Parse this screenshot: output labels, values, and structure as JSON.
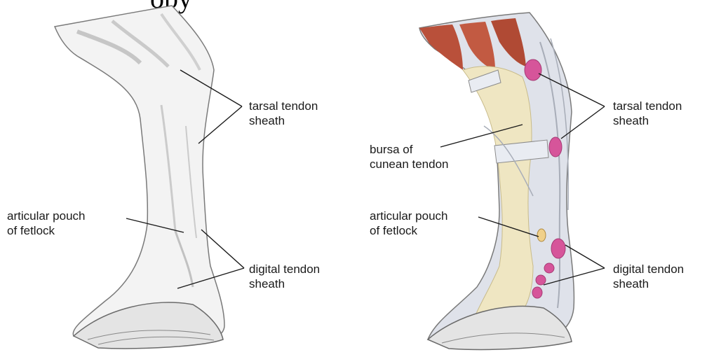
{
  "header": {
    "partial_text": "opy"
  },
  "left_leg": {
    "labels": {
      "tarsal_line1": "tarsal tendon",
      "tarsal_line2": "sheath",
      "articular_line1": "articular pouch",
      "articular_line2": "of fetlock",
      "digital_line1": "digital tendon",
      "digital_line2": "sheath"
    }
  },
  "right_leg": {
    "labels": {
      "tarsal_line1": "tarsal tendon",
      "tarsal_line2": "sheath",
      "bursa_line1": "bursa of",
      "bursa_line2": "cunean tendon",
      "articular_line1": "articular pouch",
      "articular_line2": "of fetlock",
      "digital_line1": "digital tendon",
      "digital_line2": "sheath"
    }
  },
  "colors": {
    "muscle": "#b9503a",
    "bone": "#efe6c2",
    "sheath_pink": "#d6559a",
    "tendon_gray": "#dfe2ea",
    "sketch_fill": "#f3f3f3",
    "outline": "#7a7a7a",
    "leader_line": "#1a1a1a"
  }
}
